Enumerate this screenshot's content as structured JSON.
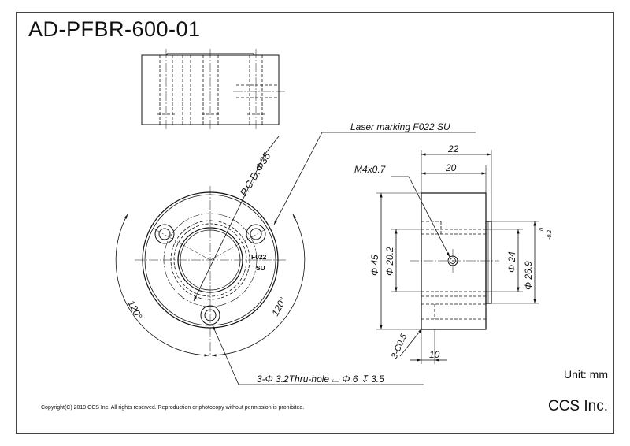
{
  "title": "AD-PFBR-600-01",
  "unit": "Unit: mm",
  "company": "CCS Inc.",
  "copyright": "Copyright(C) 2019 CCS Inc. All rights reserved. Reproduction or photocopy without permission is prohibited.",
  "annotations": {
    "laser_marking": "Laser marking F022 SU",
    "marking_line1": "F022",
    "marking_line2": "SU",
    "pcd": "P.C.D.Φ35",
    "angle_left": "120°",
    "angle_right": "120°",
    "thru_hole": "3-Φ 3.2Thru-hole ⌴ Φ 6 ↧ 3.5",
    "thread": "M4x0.7",
    "dim_22": "22",
    "dim_20": "20",
    "dim_10": "10",
    "dia_45": "Φ 45",
    "dia_20_2": "Φ 20.2",
    "dia_24": "Φ 24",
    "dia_26_9": "Φ 26.9",
    "tol_upper": "0",
    "tol_lower": "-0.2",
    "chamfer": "3-C0.5"
  }
}
